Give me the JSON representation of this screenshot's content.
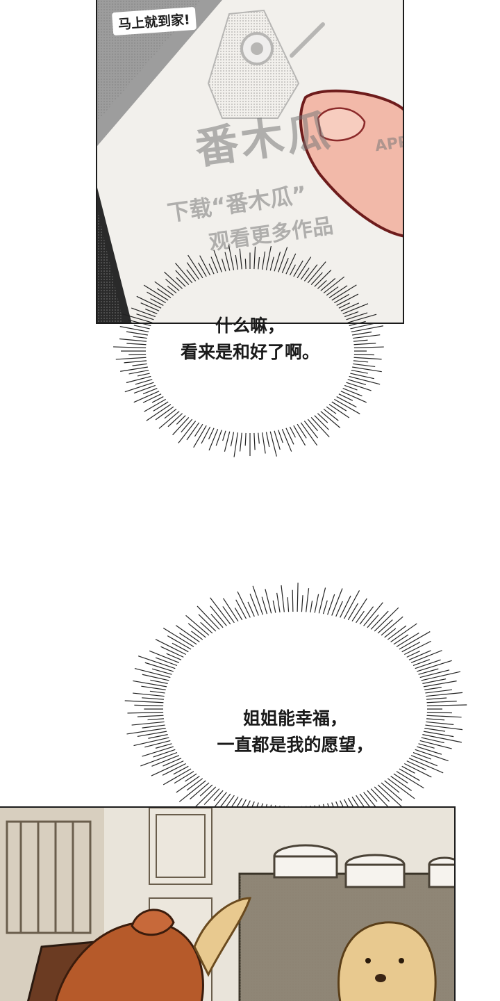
{
  "panel_top": {
    "caption": "马上就到家!",
    "watermark": {
      "brand": "番木瓜",
      "app_tag": "APP",
      "line1": "下载“番木瓜”",
      "line2": "观看更多作品"
    }
  },
  "bubble_one": {
    "line1": "什么嘛，",
    "line2": "看来是和好了啊。"
  },
  "bubble_two": {
    "line1": "姐姐能幸福，",
    "line2": "一直都是我的愿望，"
  },
  "colors": {
    "ink": "#1b1b1b",
    "hair": "#b65a2a",
    "dog": "#e8c98f",
    "finger": "#f2b9a9"
  }
}
